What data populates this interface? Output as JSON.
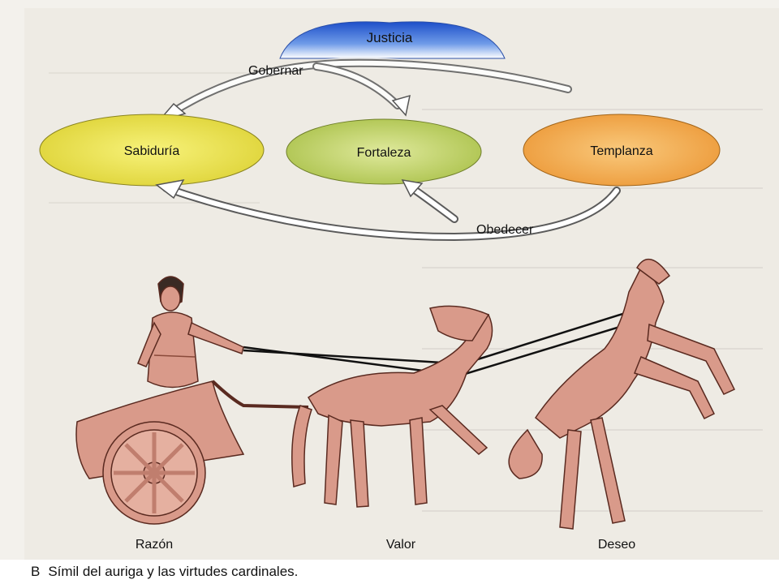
{
  "colors": {
    "justicia": "#3b6fd4",
    "sabiduria": "#e9e04a",
    "fortaleza": "#b8cc5a",
    "templanza": "#f2a84e",
    "figure": "#d99a8a"
  },
  "diagram": {
    "top_virtue": "Justicia",
    "virtues": [
      "Sabiduría",
      "Fortaleza",
      "Templanza"
    ],
    "arrow_top": "Gobernar",
    "arrow_bottom": "Obedecer",
    "figures": [
      "Razón",
      "Valor",
      "Deseo"
    ]
  },
  "caption": {
    "letter": "B",
    "text": "Símil del auriga y las virtudes cardinales."
  }
}
